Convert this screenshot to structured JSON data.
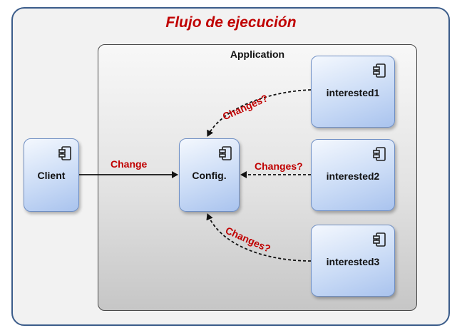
{
  "diagram": {
    "title": "Flujo de ejecución",
    "container": {
      "label": "Application"
    },
    "components": {
      "client": "Client",
      "config": "Config.",
      "interested1": "interested1",
      "interested2": "interested2",
      "interested3": "interested3"
    },
    "arrows": {
      "client_to_config": "Change",
      "interested1_to_config": "Changes?",
      "interested2_to_config": "Changes?",
      "interested3_to_config": "Changes?"
    },
    "icons": {
      "component": "uml-component-icon"
    },
    "colors": {
      "title": "#c00000",
      "arrow_label": "#c00000",
      "frame_border": "#3b5c8a",
      "component_fill": "#cbdcf6",
      "component_border": "#6f8fc4"
    }
  }
}
